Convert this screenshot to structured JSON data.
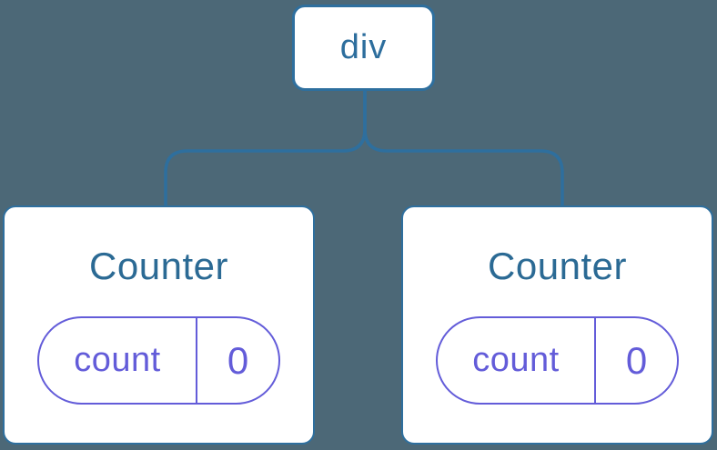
{
  "colors": {
    "bg": "#4c6877",
    "line": "#2e6f9e",
    "node_text": "#2d6e9d",
    "title": "#2b6a94",
    "purple": "#635cd9"
  },
  "tree": {
    "root": {
      "label": "div"
    },
    "children": [
      {
        "title": "Counter",
        "state": {
          "key": "count",
          "value": "0"
        }
      },
      {
        "title": "Counter",
        "state": {
          "key": "count",
          "value": "0"
        }
      }
    ]
  }
}
